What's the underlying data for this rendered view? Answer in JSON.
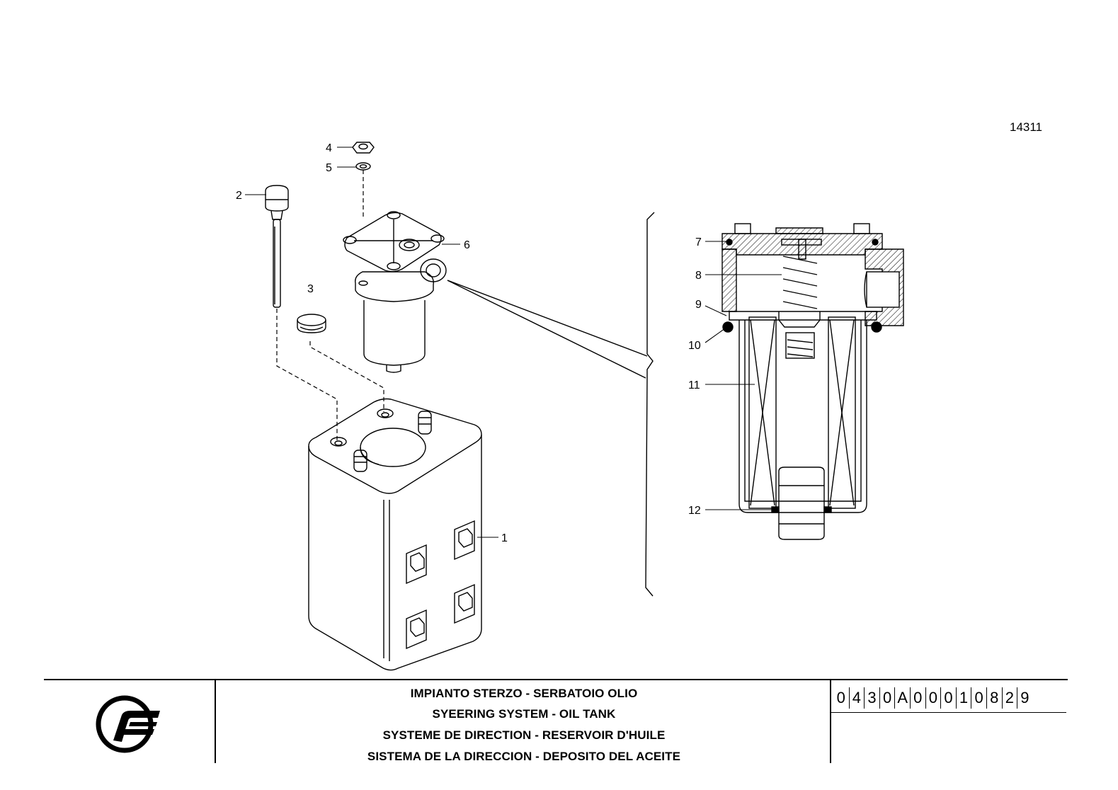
{
  "drawing_ref": "14311",
  "callouts": [
    "1",
    "2",
    "3",
    "4",
    "5",
    "6",
    "7",
    "8",
    "9",
    "10",
    "11",
    "12"
  ],
  "title_block": {
    "lines": [
      "IMPIANTO STERZO - SERBATOIO OLIO",
      "SYEERING SYSTEM - OIL TANK",
      "SYSTEME DE DIRECTION - RESERVOIR D'HUILE",
      "SISTEMA DE LA DIRECCION - DEPOSITO DEL ACEITE"
    ],
    "code_chars": [
      "0",
      "4",
      "3",
      "0",
      "A",
      "0",
      "0",
      "0",
      "1",
      "0",
      "8",
      "2",
      "9"
    ],
    "logo": "manufacturer-logo"
  }
}
